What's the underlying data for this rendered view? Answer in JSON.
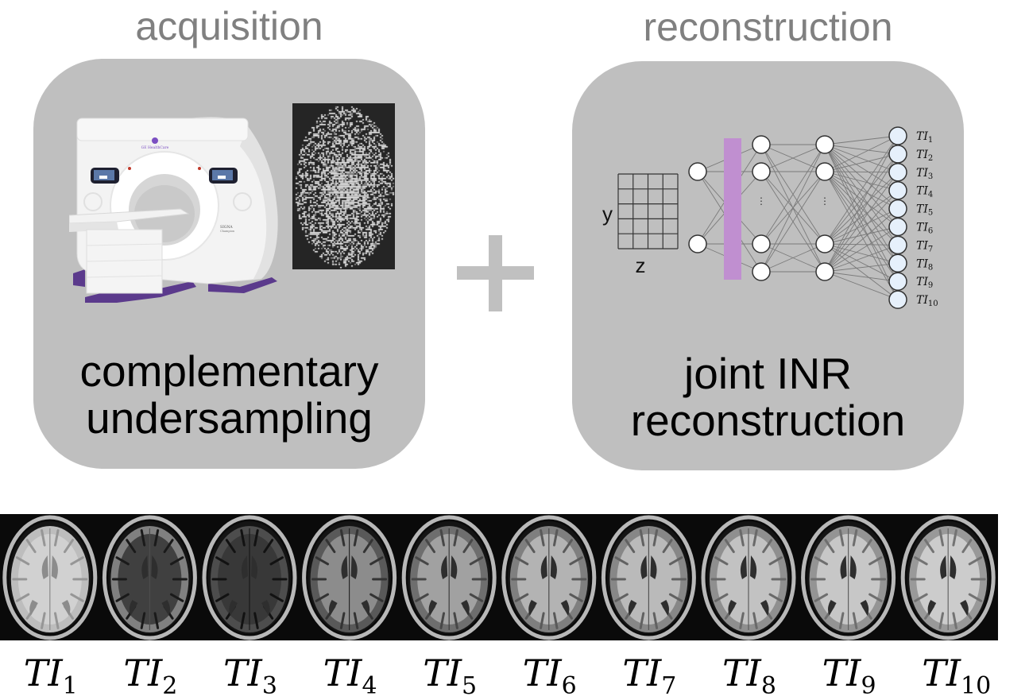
{
  "acquisition": {
    "title": "acquisition",
    "caption_line1": "complementary",
    "caption_line2": "undersampling",
    "scanner": {
      "brand_label": "GE HealthCare",
      "model_label": "SIGNA",
      "model_sublabel": "Champion",
      "accent_color": "#5b3a8c"
    },
    "sampling_mask": {
      "description": "variable-density k-space undersampling mask",
      "background_color": "#252525",
      "point_color": "#ffffff"
    }
  },
  "operator": "+",
  "reconstruction": {
    "title": "reconstruction",
    "caption_line1": "joint INR",
    "caption_line2": "reconstruction",
    "network": {
      "input_grid_axis_vertical": "y",
      "input_grid_axis_horizontal": "z",
      "input_grid_rows": 5,
      "input_grid_cols": 4,
      "encoding_layer_color": "#c08fd0",
      "hidden_ellipsis": "⋮",
      "output_node_color": "#e6f0fb",
      "outputs": [
        {
          "base": "TI",
          "sub": "1"
        },
        {
          "base": "TI",
          "sub": "2"
        },
        {
          "base": "TI",
          "sub": "3"
        },
        {
          "base": "TI",
          "sub": "4"
        },
        {
          "base": "TI",
          "sub": "5"
        },
        {
          "base": "TI",
          "sub": "6"
        },
        {
          "base": "TI",
          "sub": "7"
        },
        {
          "base": "TI",
          "sub": "8"
        },
        {
          "base": "TI",
          "sub": "9"
        },
        {
          "base": "TI",
          "sub": "10"
        }
      ]
    }
  },
  "results": {
    "description": "reconstructed axial brain MRI slices at 10 inversion times",
    "images": [
      {
        "base": "TI",
        "sub": "1",
        "brightness": 0.82,
        "contrast": "flat-bright"
      },
      {
        "base": "TI",
        "sub": "2",
        "brightness": 0.45,
        "contrast": "inverted-wm"
      },
      {
        "base": "TI",
        "sub": "3",
        "brightness": 0.28,
        "contrast": "dark"
      },
      {
        "base": "TI",
        "sub": "4",
        "brightness": 0.55,
        "contrast": "t1"
      },
      {
        "base": "TI",
        "sub": "5",
        "brightness": 0.63,
        "contrast": "t1"
      },
      {
        "base": "TI",
        "sub": "6",
        "brightness": 0.7,
        "contrast": "t1"
      },
      {
        "base": "TI",
        "sub": "7",
        "brightness": 0.73,
        "contrast": "t1"
      },
      {
        "base": "TI",
        "sub": "8",
        "brightness": 0.76,
        "contrast": "t1"
      },
      {
        "base": "TI",
        "sub": "9",
        "brightness": 0.78,
        "contrast": "t1"
      },
      {
        "base": "TI",
        "sub": "10",
        "brightness": 0.8,
        "contrast": "t1"
      }
    ]
  }
}
